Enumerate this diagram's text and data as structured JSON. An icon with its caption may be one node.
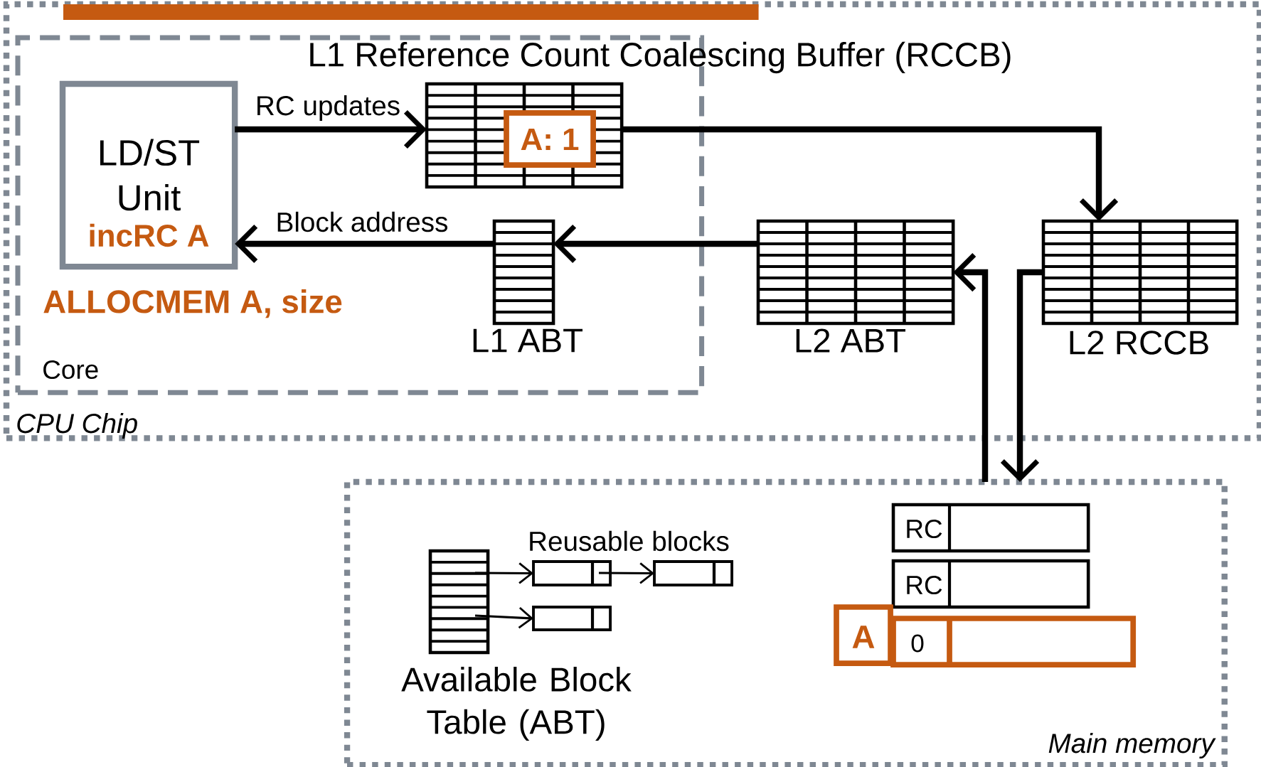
{
  "diagram": {
    "nodes": [
      {
        "text": [
          "CPU Chip"
        ]
      },
      {
        "text": [
          "Core"
        ],
        "in": 0
      },
      {
        "text": [
          "LD/ST Unit",
          "incRC A"
        ],
        "in": 1,
        "beside": [
          "ALLOCMEM A, size"
        ]
      },
      {
        "text": [
          "L1 Reference Count Coalescing Buffer (RCCB)"
        ],
        "in": 1
      },
      {
        "text": [
          "A: 1"
        ],
        "in": 3
      },
      {
        "text": [
          "L1 ABT"
        ],
        "in": 1
      },
      {
        "text": [
          "L2 ABT"
        ],
        "in": 0
      },
      {
        "text": [
          "L2 RCCB"
        ],
        "in": 0
      },
      {
        "text": [
          "Main memory"
        ]
      },
      {
        "text": [
          "Available Block Table (ABT)"
        ],
        "in": 8
      },
      {
        "text": [],
        "shape": "box",
        "in": 8
      },
      {
        "text": [],
        "shape": "box",
        "in": 8
      },
      {
        "text": [],
        "shape": "box",
        "in": 8
      },
      {
        "text": [
          "RC"
        ],
        "in": 8
      },
      {
        "text": [
          "RC"
        ],
        "in": 8
      },
      {
        "text": [
          "A"
        ],
        "in": 8
      },
      {
        "text": [
          "0"
        ],
        "in": 8
      },
      {
        "text": [],
        "shape": "bar",
        "in": 0
      }
    ],
    "edges": [
      {
        "from": 2,
        "to": 3,
        "arrow": "to",
        "label": "RC updates"
      },
      {
        "from": 5,
        "to": 2,
        "arrow": "to",
        "label": "Block address"
      },
      {
        "from": 6,
        "to": 5,
        "arrow": "to"
      },
      {
        "from": 3,
        "to": 7,
        "arrow": "to"
      },
      {
        "from": 7,
        "to": 8,
        "arrow": "to"
      },
      {
        "from": 8,
        "to": 6,
        "arrow": "to"
      },
      {
        "from": 9,
        "to": 10,
        "arrow": "to"
      },
      {
        "from": 10,
        "to": 11,
        "arrow": "to"
      },
      {
        "from": 9,
        "to": 12,
        "arrow": "to"
      }
    ],
    "labels": [
      "Reusable blocks"
    ]
  }
}
